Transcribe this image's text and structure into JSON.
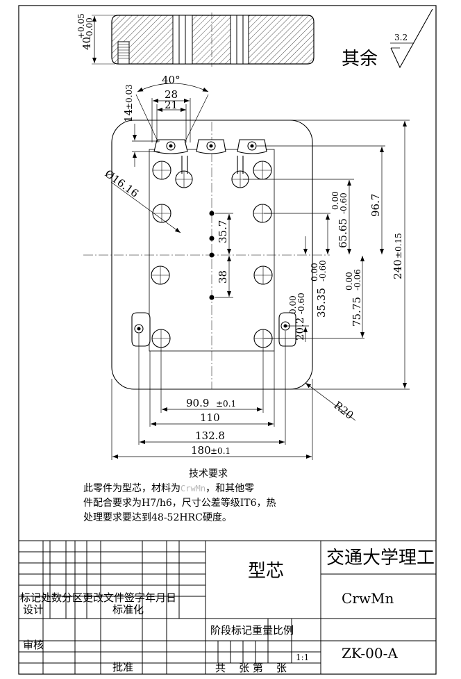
{
  "surface_finish": {
    "prefix": "其余",
    "value": "3.2"
  },
  "side_view": {
    "thickness": "40",
    "tol_upper": "+0.05",
    "tol_lower": "-0.00"
  },
  "dims": {
    "angle": "40°",
    "w28": "28",
    "w21": "21",
    "h14": "14",
    "h14_tol": "±0.03",
    "dia": "Ø16.16",
    "d967": "96.7",
    "d6565": "65.65",
    "d6565_tol": [
      "0.00",
      "-0.60"
    ],
    "d357": "35.7",
    "d38": "38",
    "d240": "240",
    "d240_tol": "±0.15",
    "d3535": "35.35",
    "d3535_tol": [
      "0.00",
      "-0.60"
    ],
    "d7575": "75.75",
    "d7575_tol": [
      "0.00",
      "-0.06"
    ],
    "d202": "20.2",
    "d202_tol": [
      "0.00",
      "-0.60"
    ],
    "d909": "90.9",
    "d909_tol": "±0.1",
    "d110": "110",
    "d1328": "132.8",
    "d180": "180",
    "d180_tol": "±0.1",
    "r20": "R20"
  },
  "notes": {
    "title": "技术要求",
    "line1_a": "此零件为型芯，材料为",
    "line1_mat": "CrwMn",
    "line1_b": "，和其他零",
    "line2": "件配合要求为H7/h6，尺寸公差等级IT6，热",
    "line3": "处理要求要达到48-52HRC硬度。"
  },
  "title_block": {
    "part_name": "型芯",
    "school": "交通大学理工",
    "material": "CrwMn",
    "drawing_no": "ZK-00-A",
    "row_header": "标记处数分区更改文件签字年月日",
    "design": "设计",
    "standard": "标准化",
    "review": "审核",
    "approve": "批准",
    "stage_header": "阶段标记重量比例",
    "scale": "1:1",
    "sheets": "共    张 第    张"
  }
}
